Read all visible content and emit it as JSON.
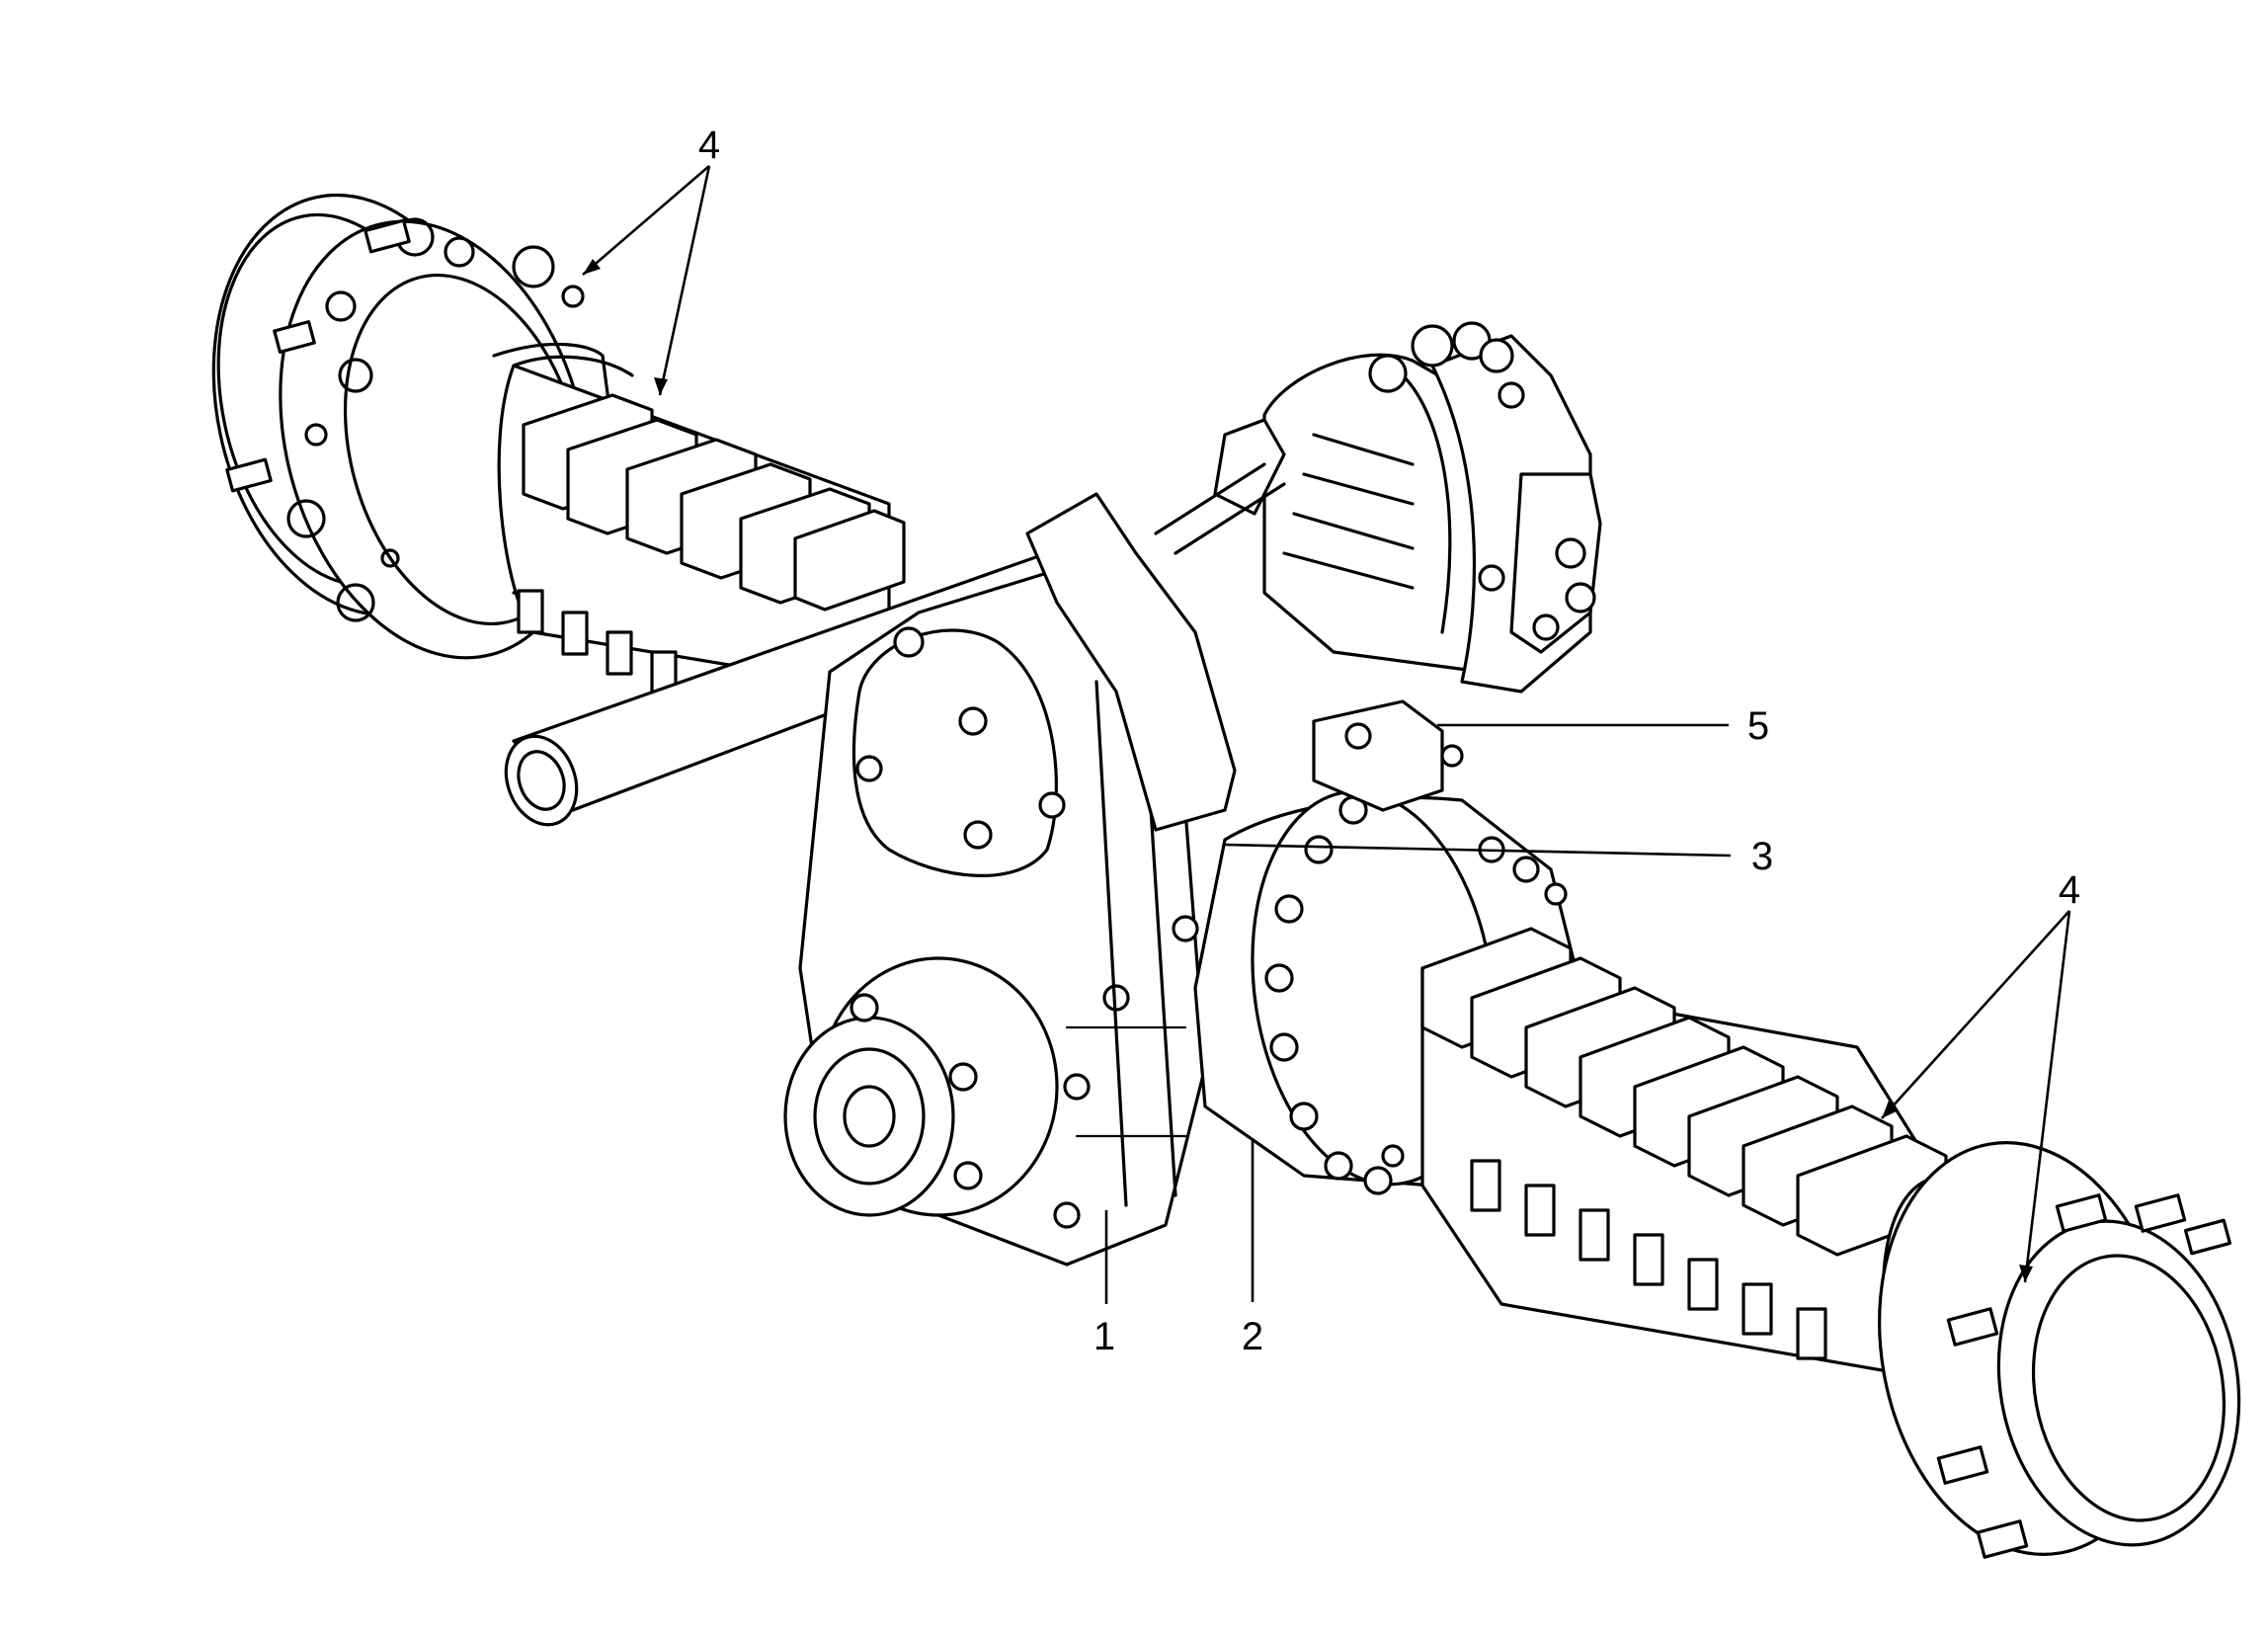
{
  "figure": {
    "callouts": [
      {
        "id": "c1",
        "label": "1"
      },
      {
        "id": "c2",
        "label": "2"
      },
      {
        "id": "c3",
        "label": "3"
      },
      {
        "id": "c4a",
        "label": "4"
      },
      {
        "id": "c4b",
        "label": "4"
      },
      {
        "id": "c5",
        "label": "5"
      }
    ]
  }
}
